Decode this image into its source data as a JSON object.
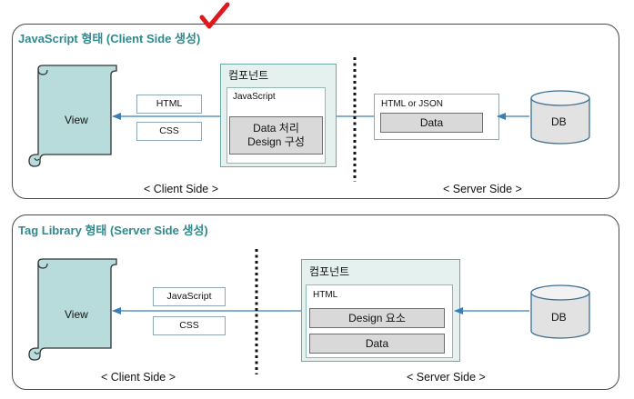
{
  "top": {
    "title": "JavaScript 형태 (Client Side 생성)",
    "view_label": "View",
    "transfer_items": [
      "HTML",
      "CSS"
    ],
    "component_title": "컴포넌트",
    "component_inner_label": "JavaScript",
    "component_box_line1": "Data 처리",
    "component_box_line2": "Design 구성",
    "server_box_label": "HTML or JSON",
    "server_box_item": "Data",
    "db_label": "DB",
    "client_side": "< Client Side >",
    "server_side": "< Server Side >"
  },
  "bottom": {
    "title": "Tag Library 형태 (Server Side 생성)",
    "view_label": "View",
    "transfer_items": [
      "JavaScript",
      "CSS"
    ],
    "component_title": "컴포넌트",
    "component_inner_label": "HTML",
    "component_items": [
      "Design 요소",
      "Data"
    ],
    "db_label": "DB",
    "client_side": "< Client Side >",
    "server_side": "< Server Side >"
  },
  "colors": {
    "title": "#2f8a8e",
    "view_fill": "#b7dcdb",
    "component_fill": "#e4f1ef",
    "arrow": "#3a7fb5",
    "db_fill": "#e2e2e2",
    "check": "#e0181f"
  }
}
